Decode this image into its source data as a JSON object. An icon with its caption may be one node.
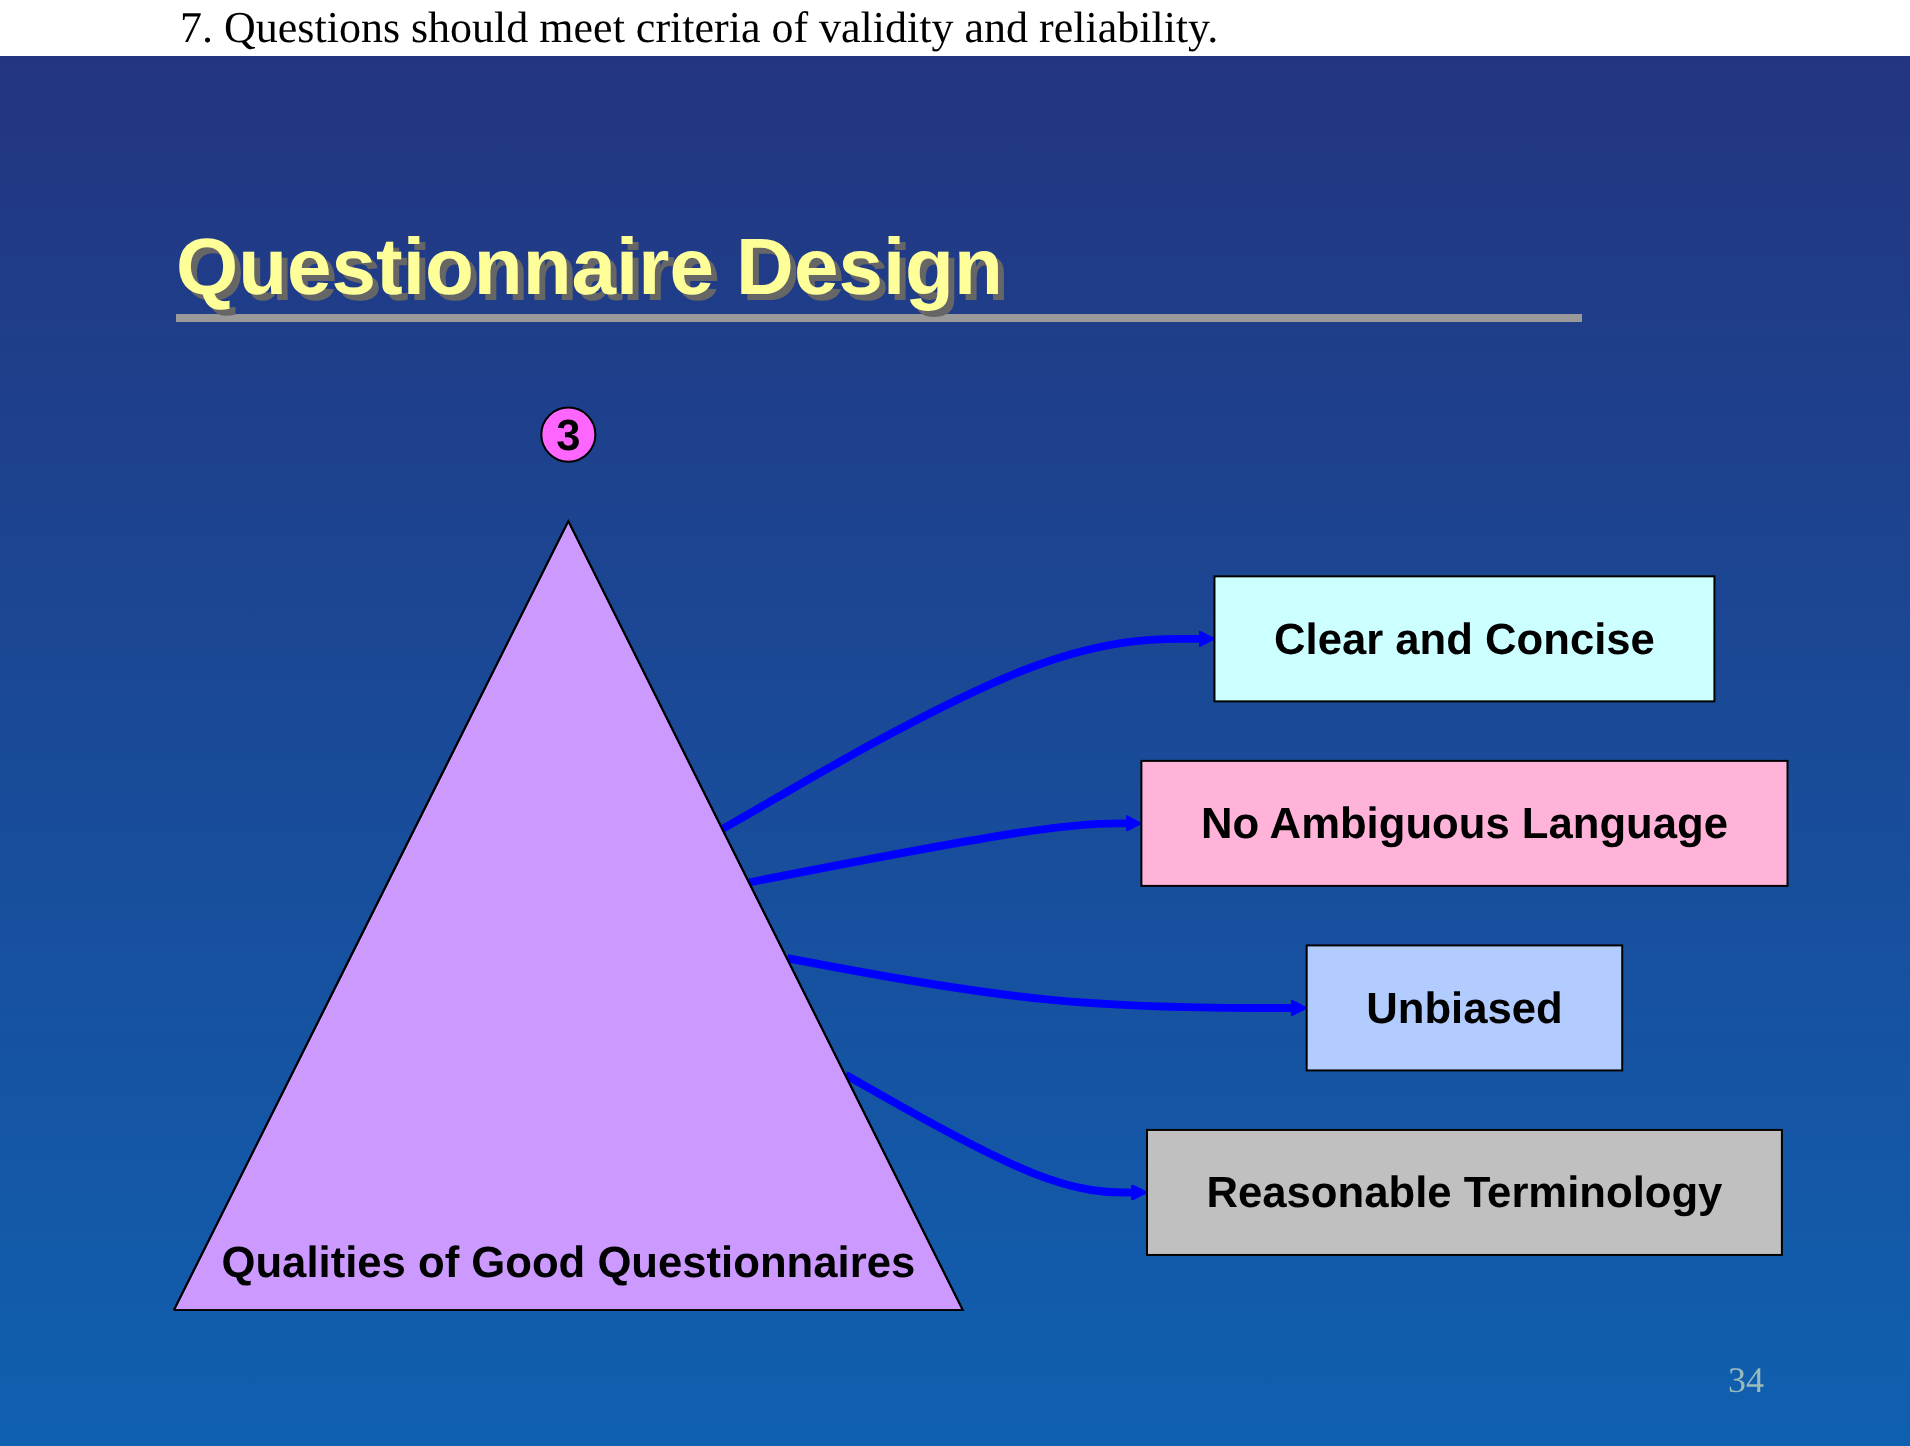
{
  "diagram": {
    "title": "Questionnaire Design",
    "nodes": [
      {
        "text": [
          "3"
        ]
      },
      {
        "text": [
          "Qualities of Good Questionnaires"
        ]
      },
      {
        "text": [
          "Clear and Concise"
        ]
      },
      {
        "text": [
          "No Ambiguous Language"
        ]
      },
      {
        "text": [
          "Unbiased"
        ]
      },
      {
        "text": [
          "Reasonable Terminology"
        ]
      }
    ],
    "edges": [
      {
        "from": 1,
        "to": 2,
        "arrow": "to"
      },
      {
        "from": 1,
        "to": 3,
        "arrow": "to"
      },
      {
        "from": 1,
        "to": 4,
        "arrow": "to"
      },
      {
        "from": 1,
        "to": 5,
        "arrow": "to"
      }
    ],
    "labels": [
      "7. Questions should meet criteria of validity and reliability.",
      "34"
    ]
  }
}
